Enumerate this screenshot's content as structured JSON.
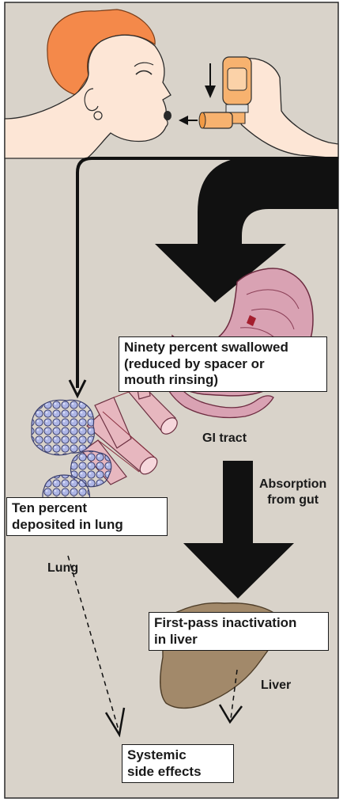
{
  "colors": {
    "panel_bg": "#d9d3ca",
    "hair": "#f4894a",
    "skin": "#fde6d6",
    "stomach": "#d9a2b3",
    "lung": "#a9b2e0",
    "bronchi": "#e7b7bf",
    "liver": "#a2896a",
    "inhaler": "#f7b26f",
    "arrow": "#111111"
  },
  "labels": {
    "swallowed_l1": "Ninety percent swallowed",
    "swallowed_l2": "(reduced by spacer or",
    "swallowed_l3": "mouth rinsing)",
    "gi_tract": "GI tract",
    "absorption_l1": "Absorption",
    "absorption_l2": "from gut",
    "deposited_l1": "Ten percent",
    "deposited_l2": "deposited in lung",
    "lung": "Lung",
    "first_pass_l1": "First-pass inactivation",
    "first_pass_l2": "in liver",
    "liver": "Liver",
    "systemic_l1": "Systemic",
    "systemic_l2": "side effects"
  }
}
